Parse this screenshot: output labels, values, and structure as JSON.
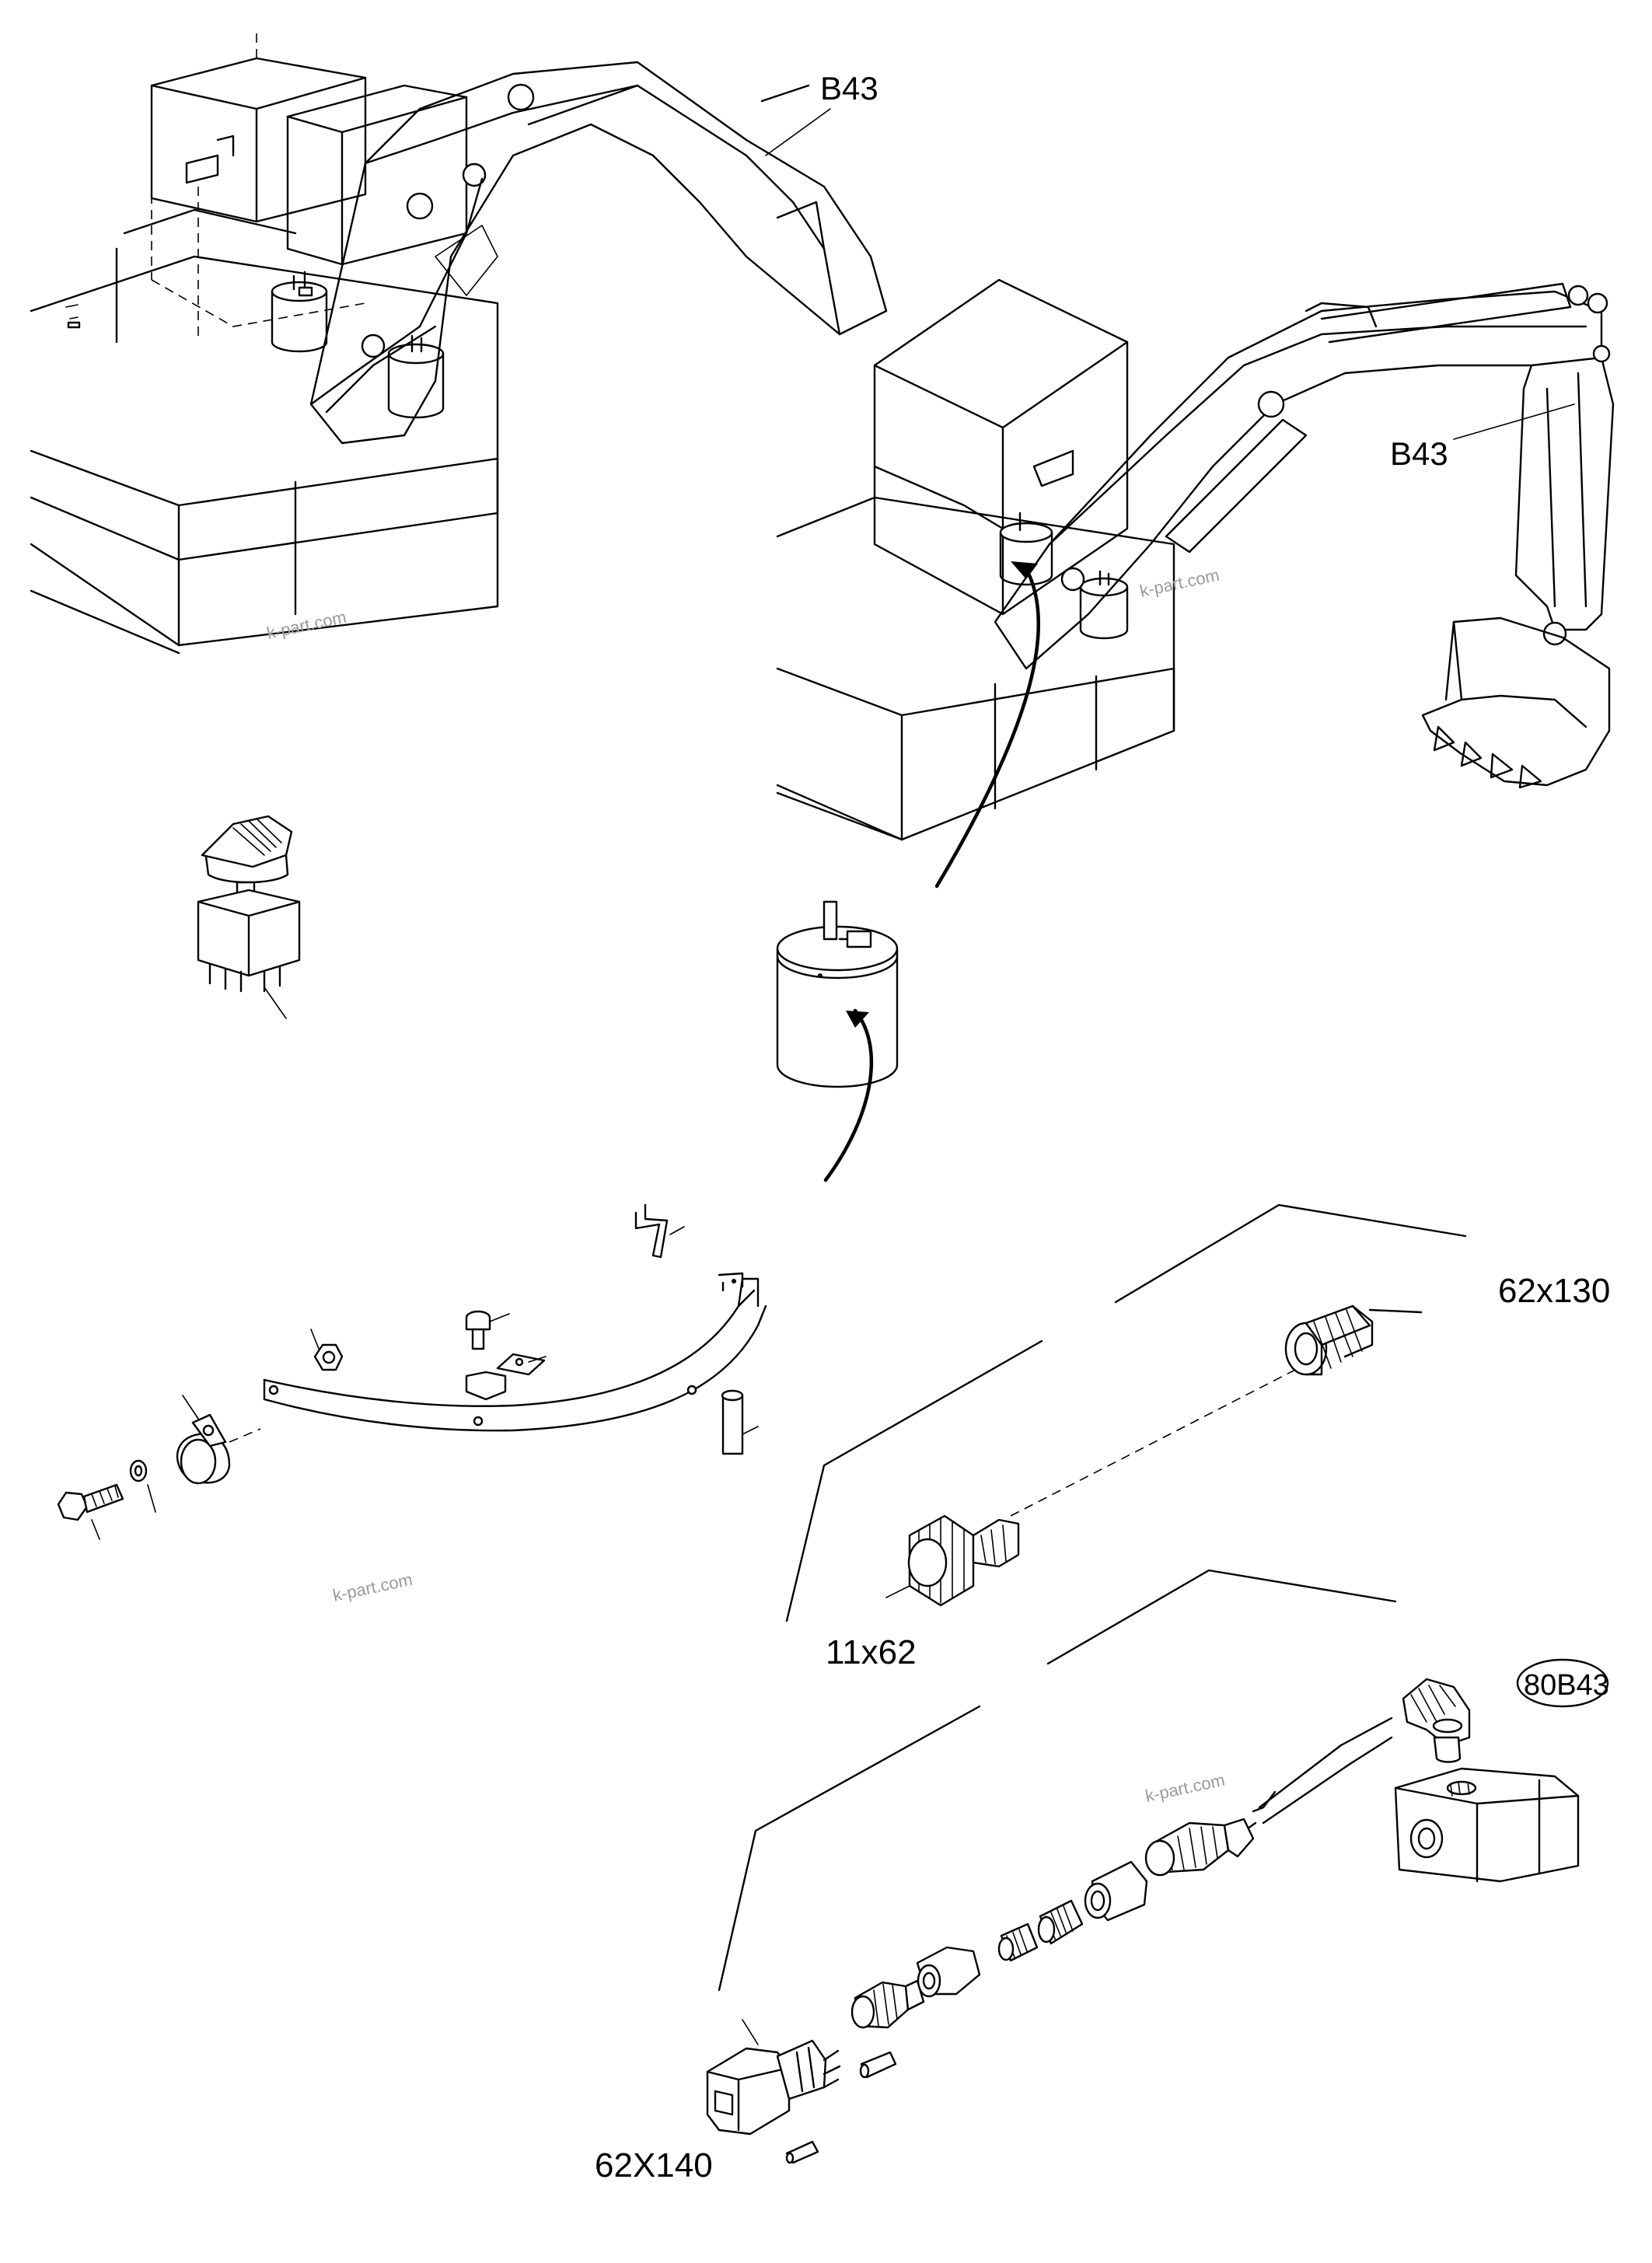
{
  "labels": {
    "b43_top": "B43",
    "b43_right": "B43",
    "kit_upper": "62x130",
    "kit_middle": "11x62",
    "kit_lower": "62X140",
    "badge": "80B43"
  },
  "watermarks": {
    "wm1": "k-part.com",
    "wm2": "k-part.com",
    "wm3": "k-part.com",
    "wm4": "k-part.com"
  },
  "icons": {
    "left_machine": "excavator-boom-icon",
    "right_machine": "excavator-arm-bucket-icon",
    "switch": "rotary-switch-icon",
    "sensor": "cylinder-sensor-icon",
    "bracket": "mounting-strap-icon",
    "connector": "connector-assembly-icon"
  }
}
